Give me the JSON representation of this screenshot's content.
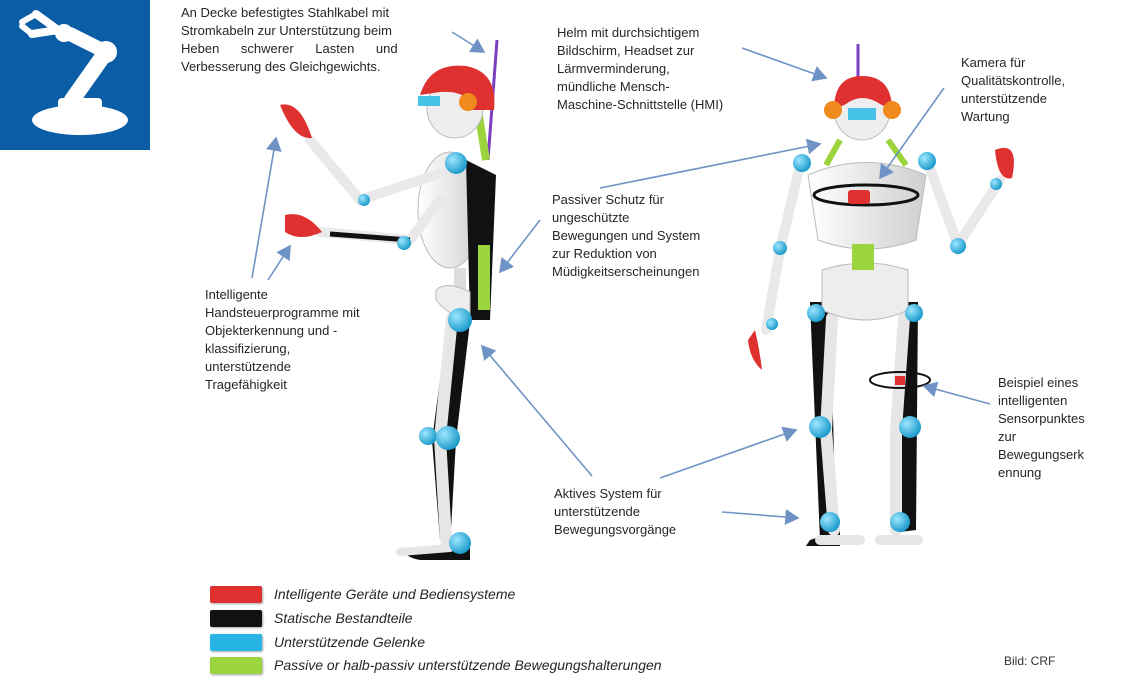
{
  "logo": {
    "icon": "robot-arm-icon",
    "background": "#0b5ea6"
  },
  "callouts": {
    "cable": [
      "An Decke befestigtes Stahlkabel mit",
      "Stromkabeln zur Unterstützung beim",
      "Heben schwerer Lasten und",
      "Verbesserung des Gleichgewichts."
    ],
    "helmet": [
      "Helm mit durchsichtigem",
      "Bildschirm, Headset zur",
      "Lärmverminderung,",
      "mündliche Mensch-",
      "Maschine-Schnittstelle (HMI)"
    ],
    "camera": [
      "Kamera für",
      "Qualitätskontrolle,",
      "unterstützende",
      "Wartung"
    ],
    "passive": [
      "Passiver Schutz für",
      "ungeschützte",
      "Bewegungen und System",
      "zur Reduktion von",
      "Müdigkeitserscheinungen"
    ],
    "hand": [
      "Intelligente",
      "Handsteuerprogramme mit",
      "Objekterkennung und -",
      "klassifizierung,",
      "unterstützende",
      "Tragefähigkeit"
    ],
    "sensor": [
      "Beispiel eines",
      "intelligenten",
      "Sensorpunktes",
      "zur",
      "Bewegungserk",
      "ennung"
    ],
    "active": [
      "Aktives System für",
      "unterstützende",
      "Bewegungsvorgänge"
    ]
  },
  "legend": [
    {
      "label": "Intelligente Geräte und Bediensysteme",
      "color": "#e03131"
    },
    {
      "label": "Statische Bestandteile",
      "color": "#111111"
    },
    {
      "label": "Unterstützende Gelenke",
      "color": "#27b5e5"
    },
    {
      "label": "Passive or halb-passiv unterstützende Bewegungshalterungen",
      "color": "#9bd43c"
    }
  ],
  "credit": "Bild: CRF",
  "colors": {
    "arrow": "#6f93c4",
    "bone": "#e9e9e9",
    "joint": "#27b5e5",
    "static": "#111111",
    "device": "#e03131",
    "passive": "#9bd43c",
    "cable": "#7b3fbf"
  }
}
